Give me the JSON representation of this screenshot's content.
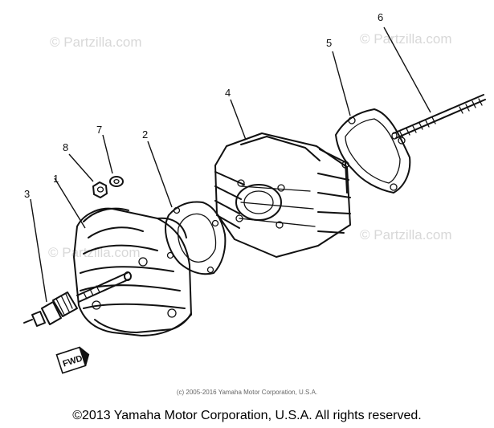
{
  "watermark": "© Partzilla.com",
  "callouts": [
    {
      "id": "1",
      "label": "1"
    },
    {
      "id": "2",
      "label": "2"
    },
    {
      "id": "3",
      "label": "3"
    },
    {
      "id": "4",
      "label": "4"
    },
    {
      "id": "5",
      "label": "5"
    },
    {
      "id": "6",
      "label": "6"
    },
    {
      "id": "7",
      "label": "7"
    },
    {
      "id": "8",
      "label": "8"
    }
  ],
  "fwd_mark": "FWD",
  "inner_copyright": "(c) 2005-2016 Yamaha Motor Corporation, U.S.A.",
  "footer_copyright": "©2013 Yamaha Motor Corporation, U.S.A. All rights reserved."
}
